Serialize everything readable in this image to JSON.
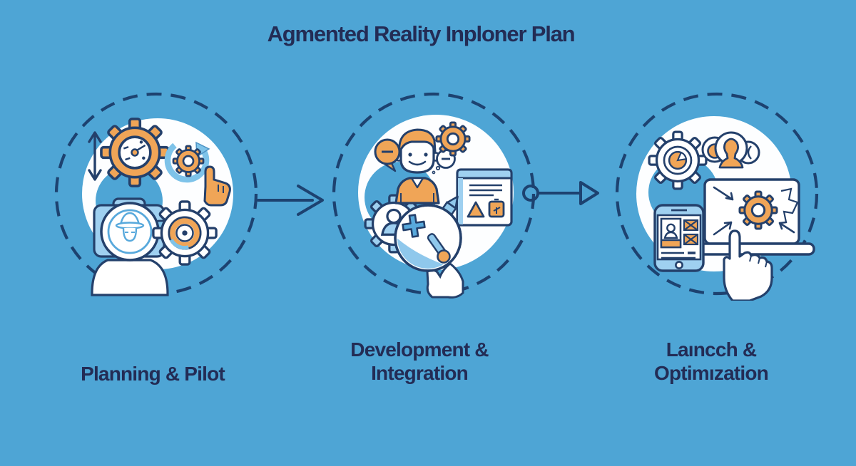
{
  "page": {
    "title": "Agmented Reality Inploner Plan",
    "background_color": "#4EA5D5",
    "text_color": "#232C55",
    "dashed_ring_color": "#1D4270"
  },
  "steps": [
    {
      "name": "planning-pilot",
      "label_lines": [
        "Planning & Pilot"
      ],
      "icons": [
        "vertical-double-arrow-icon",
        "gauge-gear-icon",
        "refresh-arrow-gear-icon",
        "pointing-hand-icon",
        "camera-detective-icon",
        "dial-gear-icon"
      ]
    },
    {
      "name": "development-integration",
      "label_lines": [
        "Development &",
        "Integration"
      ],
      "icons": [
        "developer-person-icon",
        "minus-speech-bubble-icon",
        "small-minus-bubble-icon",
        "gear-icon",
        "document-warning-icon",
        "pen-icon",
        "team-gear-icon",
        "magnifier-tools-hand-icon"
      ]
    },
    {
      "name": "launch-optimization",
      "label_lines": [
        "Laıncch &",
        "Optimızation"
      ],
      "icons": [
        "pie-chart-gear-icon",
        "audience-group-icon",
        "laptop-gear-optimization-icon",
        "touch-hand-icon",
        "smartphone-profile-icon"
      ]
    }
  ],
  "connectors": [
    {
      "name": "connector-1",
      "style": "line-with-open-chevron"
    },
    {
      "name": "connector-2",
      "style": "circle-line-with-open-triangle"
    }
  ],
  "colors": {
    "orange": "#F0A557",
    "light_orange": "#F6C68F",
    "light_blue": "#9FD0F0",
    "mid_blue": "#58A9DC",
    "navy_outline": "#24406B",
    "white": "#FFFFFF"
  }
}
